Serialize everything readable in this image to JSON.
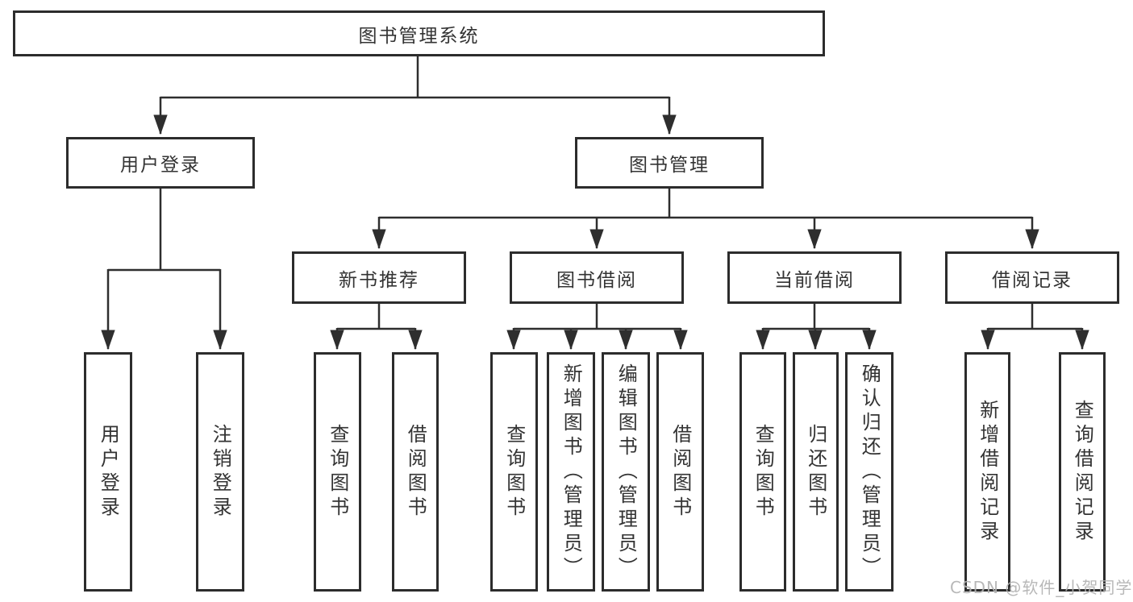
{
  "diagram": {
    "root": {
      "label": "图书管理系统"
    },
    "branches": [
      {
        "label": "用户登录",
        "children": [
          {
            "label": "用户登录"
          },
          {
            "label": "注销登录"
          }
        ]
      },
      {
        "label": "图书管理",
        "children": [
          {
            "label": "新书推荐",
            "children": [
              {
                "label": "查询图书"
              },
              {
                "label": "借阅图书"
              }
            ]
          },
          {
            "label": "图书借阅",
            "children": [
              {
                "label": "查询图书"
              },
              {
                "label": "新增图书（管理员）"
              },
              {
                "label": "编辑图书（管理员）"
              },
              {
                "label": "借阅图书"
              }
            ]
          },
          {
            "label": "当前借阅",
            "children": [
              {
                "label": "查询图书"
              },
              {
                "label": "归还图书"
              },
              {
                "label": "确认归还（管理员）"
              }
            ]
          },
          {
            "label": "借阅记录",
            "children": [
              {
                "label": "新增借阅记录"
              },
              {
                "label": "查询借阅记录"
              }
            ]
          }
        ]
      }
    ]
  },
  "watermark": {
    "text": "CSDN @软件_小贺同学"
  },
  "colors": {
    "line": "#2e2e2e",
    "border": "#2c2c2c",
    "text": "#333333",
    "watermark": "#b2b2b2",
    "background": "#ffffff"
  }
}
